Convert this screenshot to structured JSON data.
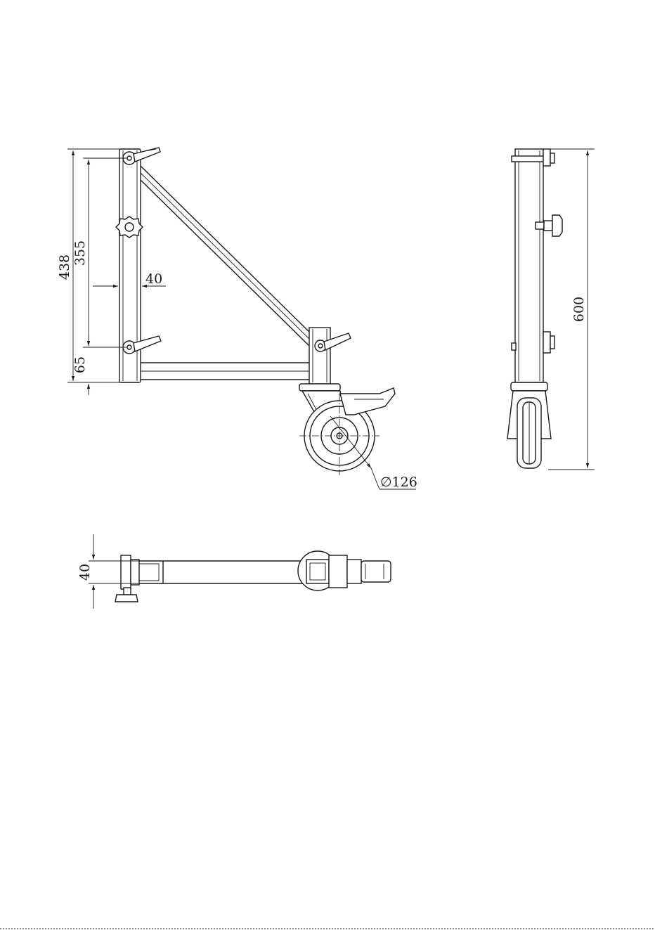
{
  "drawing": {
    "front_view": {
      "dim_overall_height": "438",
      "dim_pin_spacing": "355",
      "dim_upright_width": "40",
      "dim_bottom_offset": "65",
      "dim_wheel_diameter": "∅126"
    },
    "side_view": {
      "dim_total_height": "600"
    },
    "top_view": {
      "dim_tube_width": "40"
    }
  },
  "colors": {
    "line": "#1a1a1a",
    "background": "#ffffff"
  }
}
